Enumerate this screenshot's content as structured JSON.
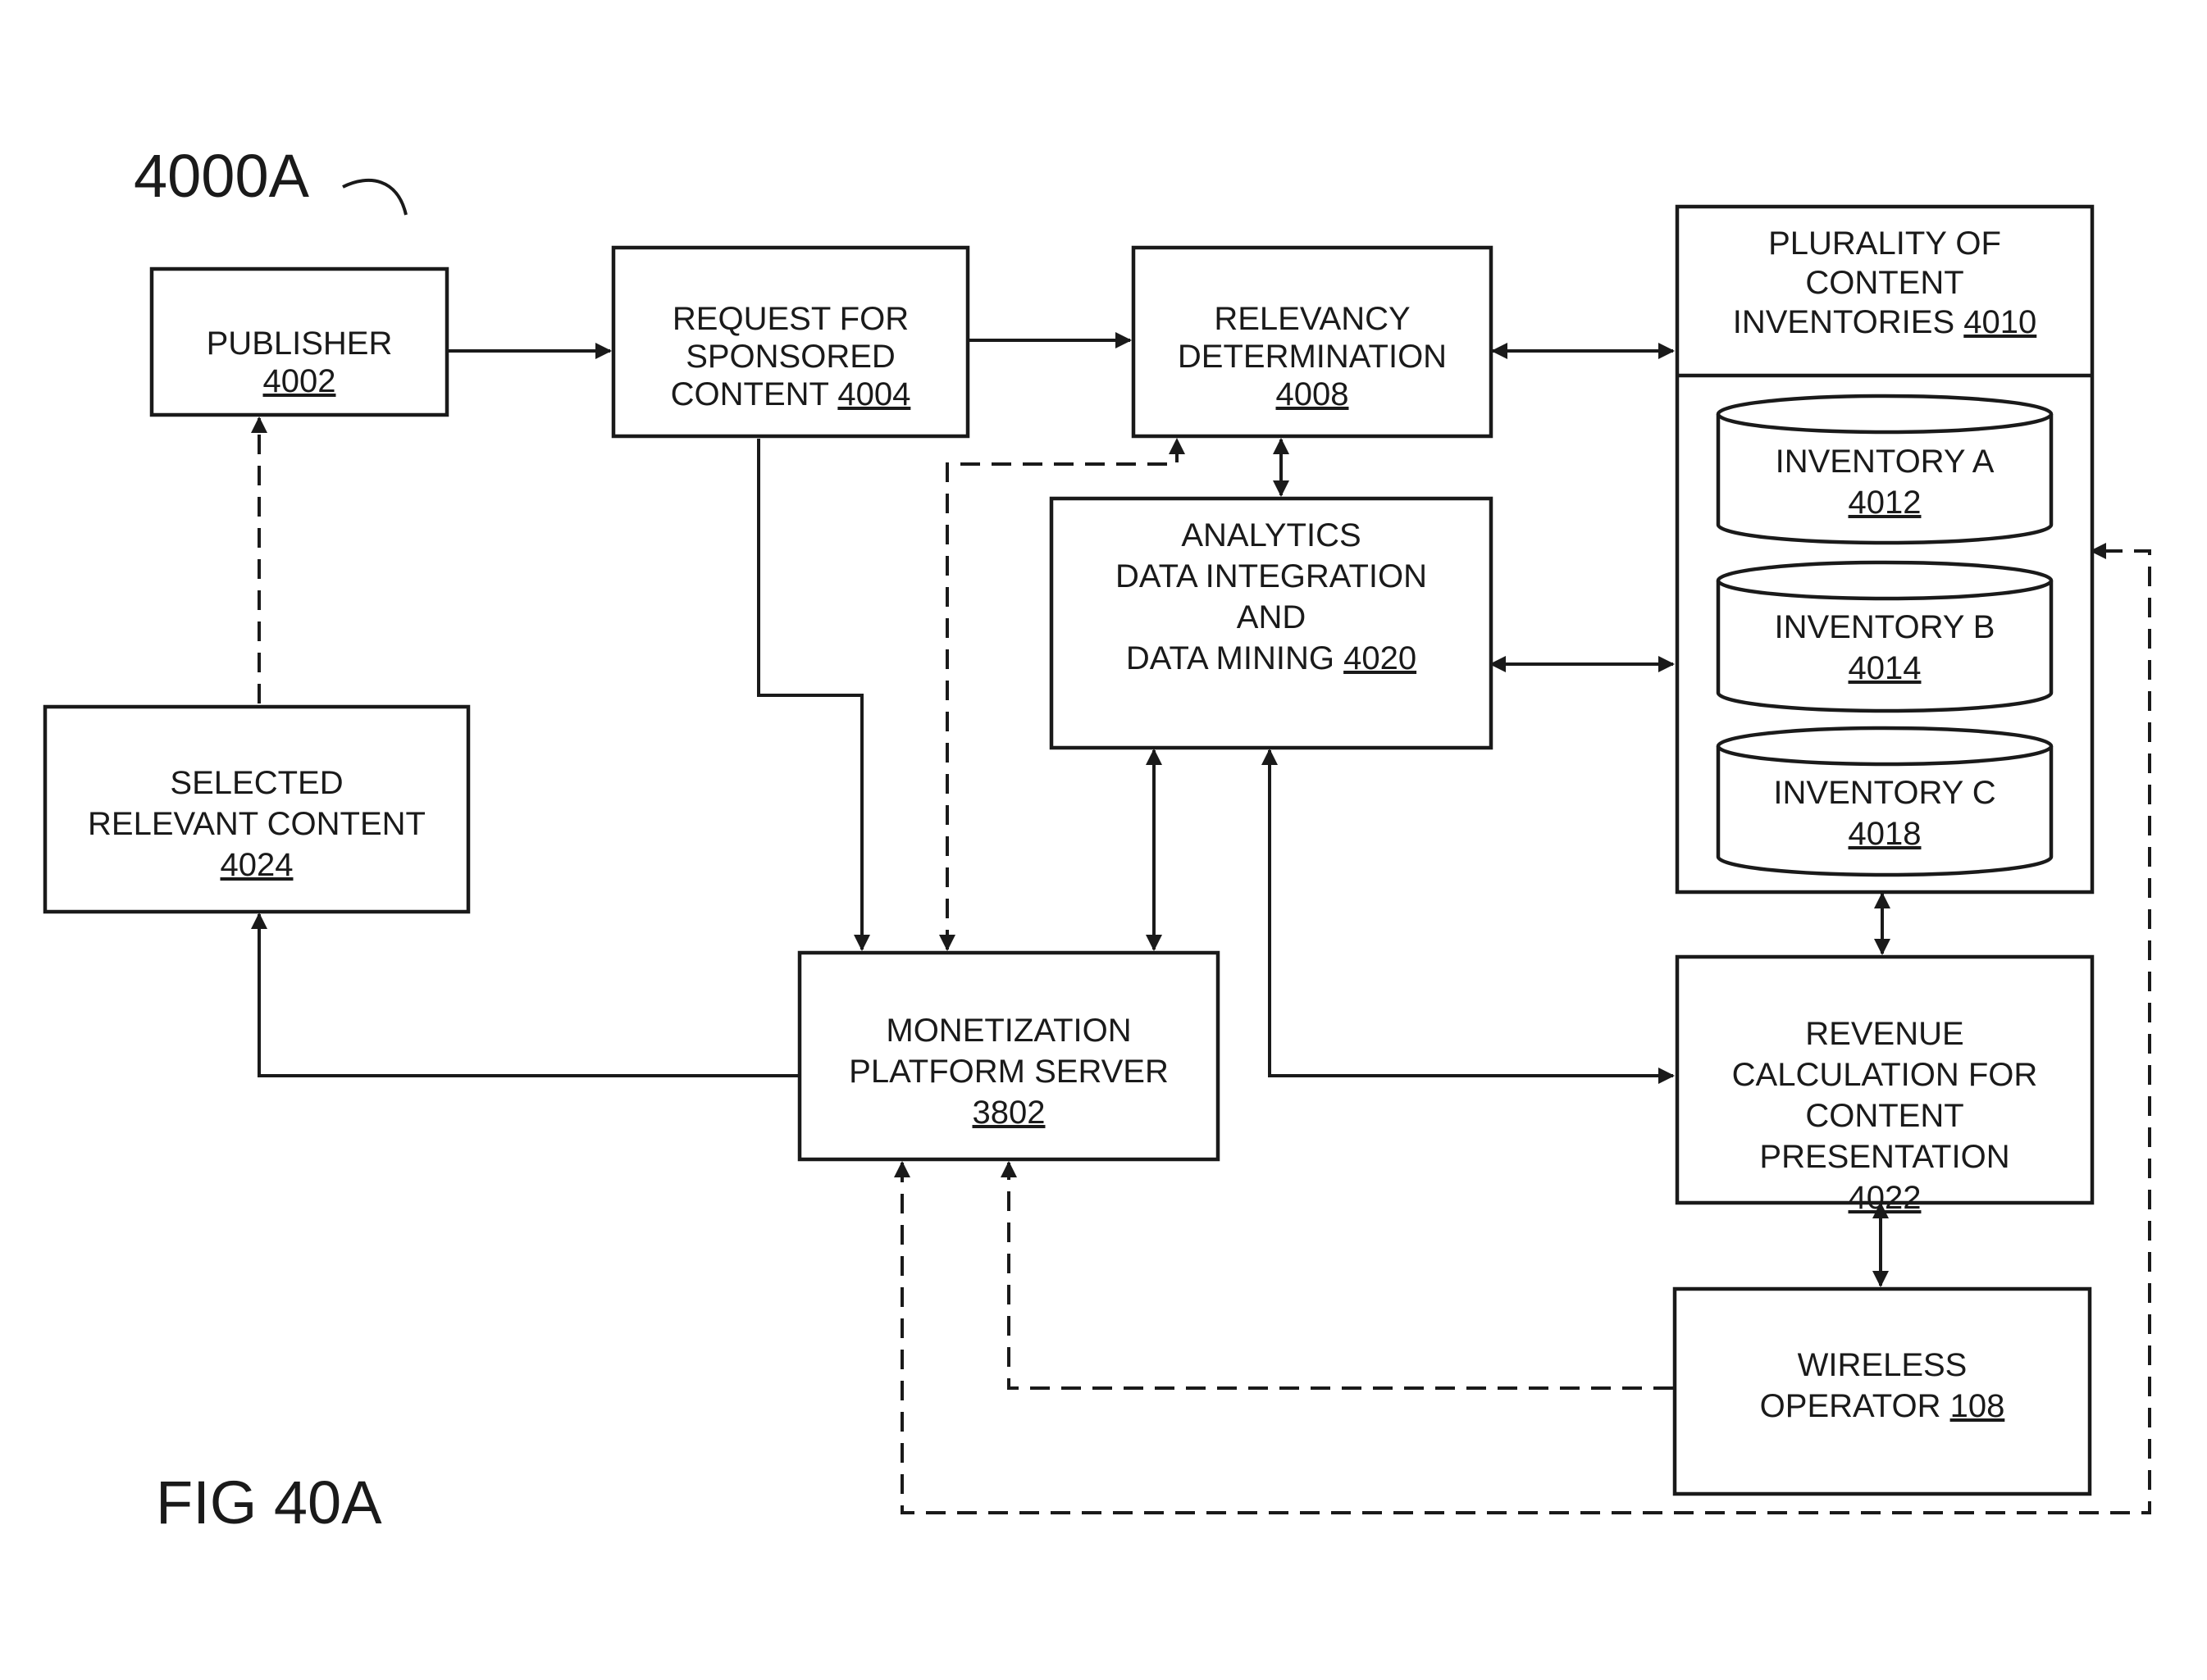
{
  "figure": {
    "ref": "4000A",
    "caption": "FIG 40A"
  },
  "nodes": {
    "publisher": {
      "lines": [
        "PUBLISHER"
      ],
      "ref": "4002"
    },
    "request": {
      "lines": [
        "REQUEST FOR",
        "SPONSORED"
      ],
      "last": "CONTENT",
      "ref": "4004"
    },
    "relevancy": {
      "lines": [
        "RELEVANCY",
        "DETERMINATION"
      ],
      "ref": "4008"
    },
    "inventories": {
      "lines": [
        "PLURALITY OF",
        "CONTENT"
      ],
      "last": "INVENTORIES",
      "ref": "4010"
    },
    "inventory_a": {
      "lines": [
        "INVENTORY A"
      ],
      "ref": "4012"
    },
    "inventory_b": {
      "lines": [
        "INVENTORY B"
      ],
      "ref": "4014"
    },
    "inventory_c": {
      "lines": [
        "INVENTORY C"
      ],
      "ref": "4018"
    },
    "analytics": {
      "lines": [
        "ANALYTICS",
        "DATA INTEGRATION",
        "AND"
      ],
      "last": "DATA MINING",
      "ref": "4020"
    },
    "selected": {
      "lines": [
        "SELECTED",
        "RELEVANT CONTENT"
      ],
      "ref": "4024"
    },
    "monetization": {
      "lines": [
        "MONETIZATION",
        "PLATFORM SERVER"
      ],
      "ref": "3802"
    },
    "revenue": {
      "lines": [
        "REVENUE",
        "CALCULATION FOR",
        "CONTENT",
        "PRESENTATION"
      ],
      "ref": "4022"
    },
    "wireless": {
      "lines": [
        "WIRELESS"
      ],
      "last": "OPERATOR",
      "ref": "108"
    }
  },
  "connections": [
    {
      "from": "publisher",
      "to": "request",
      "style": "solid",
      "direction": "one-way"
    },
    {
      "from": "request",
      "to": "relevancy",
      "style": "solid",
      "direction": "one-way"
    },
    {
      "from": "relevancy",
      "to": "inventories",
      "style": "solid",
      "direction": "two-way"
    },
    {
      "from": "relevancy",
      "to": "analytics",
      "style": "solid",
      "direction": "two-way"
    },
    {
      "from": "analytics",
      "to": "inventories",
      "style": "solid",
      "direction": "two-way"
    },
    {
      "from": "request",
      "to": "monetization",
      "style": "solid",
      "direction": "one-way"
    },
    {
      "from": "monetization",
      "to": "relevancy",
      "style": "dashed",
      "direction": "two-way"
    },
    {
      "from": "analytics",
      "to": "monetization",
      "style": "solid",
      "direction": "two-way"
    },
    {
      "from": "analytics",
      "to": "revenue",
      "style": "solid",
      "direction": "two-way"
    },
    {
      "from": "inventories",
      "to": "revenue",
      "style": "solid",
      "direction": "two-way"
    },
    {
      "from": "revenue",
      "to": "wireless",
      "style": "solid",
      "direction": "two-way"
    },
    {
      "from": "monetization",
      "to": "selected",
      "style": "solid",
      "direction": "one-way"
    },
    {
      "from": "selected",
      "to": "publisher",
      "style": "dashed",
      "direction": "one-way"
    },
    {
      "from": "wireless",
      "to": "monetization",
      "style": "dashed",
      "direction": "one-way"
    },
    {
      "from": "monetization",
      "to": "inventories",
      "style": "dashed",
      "direction": "two-way"
    }
  ]
}
